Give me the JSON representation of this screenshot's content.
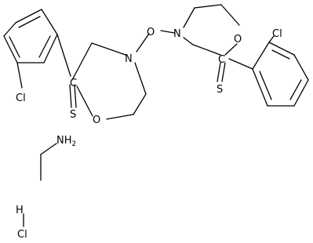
{
  "molecule": {
    "atoms": {
      "cl_left": "Cl",
      "s_left": "S",
      "c_left": "C",
      "o_left_ring": "O",
      "n_left": "N",
      "o_bridge": "O",
      "n_right": "N",
      "o_right_ring": "O",
      "c_right": "C",
      "s_right": "S",
      "cl_right": "Cl",
      "nh2_n": "NH",
      "nh2_sub": "2",
      "h_hcl": "H",
      "cl_hcl": "Cl"
    }
  }
}
